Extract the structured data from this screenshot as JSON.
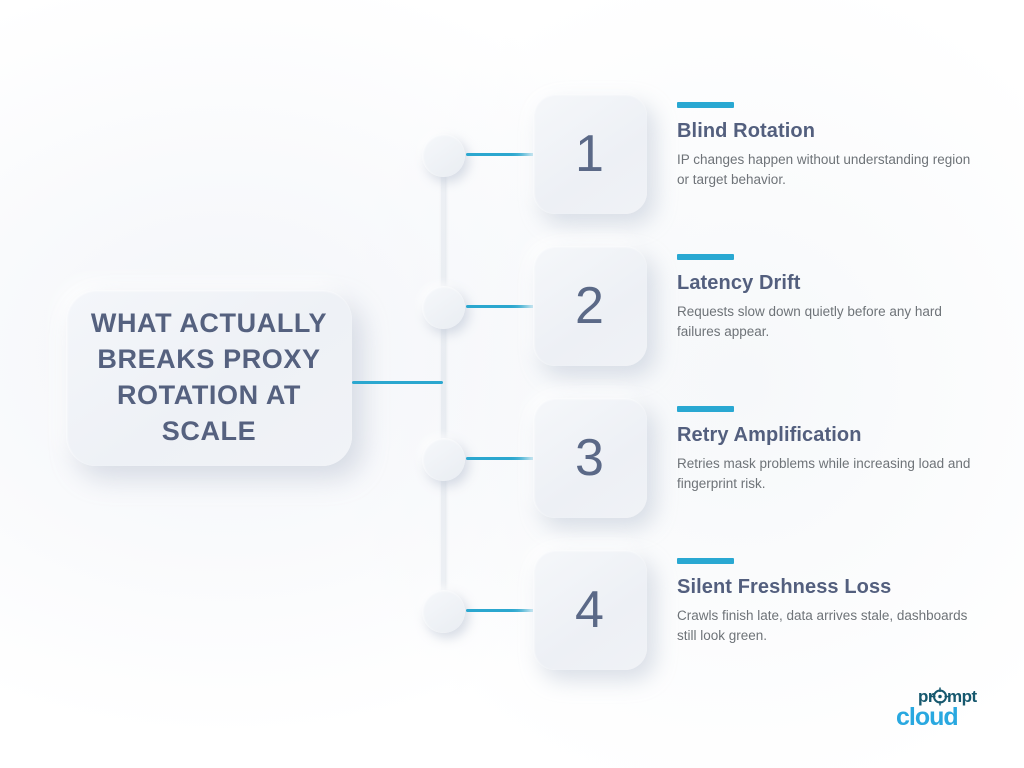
{
  "title": {
    "lines": [
      "WHAT ACTUALLY",
      "BREAKS PROXY",
      "ROTATION AT",
      "SCALE"
    ],
    "full_text": "WHAT ACTUALLY BREAKS PROXY ROTATION AT SCALE"
  },
  "items": [
    {
      "number": "1",
      "heading": "Blind Rotation",
      "description": "IP changes happen without understanding region or target behavior."
    },
    {
      "number": "2",
      "heading": "Latency Drift",
      "description": "Requests slow down quietly before any hard failures appear."
    },
    {
      "number": "3",
      "heading": "Retry Amplification",
      "description": "Retries mask problems while increasing load and fingerprint risk."
    },
    {
      "number": "4",
      "heading": "Silent Freshness Loss",
      "description": "Crawls finish late, data arrives stale, dashboards still look green."
    }
  ],
  "logo": {
    "word_top": "prompt",
    "word_bottom": "cloud",
    "full_name": "promptcloud",
    "color_top": "#16586e",
    "color_bottom": "#29a8e0",
    "target_icon": "crosshair-target-icon",
    "cloud_icon": "cloud-icon"
  },
  "colors": {
    "accent": "#29a8d2",
    "connector": "#2ba7cf",
    "heading": "#535f7e",
    "title": "#55617f",
    "number": "#5b6987",
    "body": "#6e7378",
    "card_surface": "#eff2f6",
    "background": "#ffffff",
    "spine": "#e8ecf1"
  }
}
